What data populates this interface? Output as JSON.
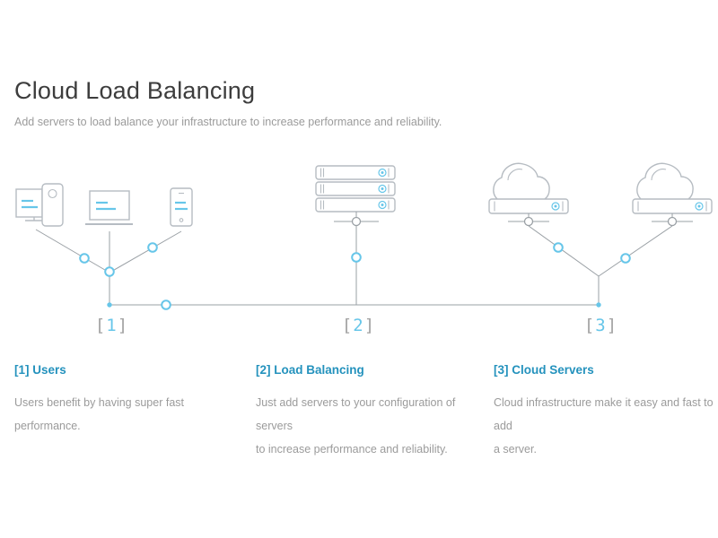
{
  "page": {
    "title": "Cloud Load Balancing",
    "subtitle": "Add servers to load balance your infrastructure to increase performance and reliability."
  },
  "diagram": {
    "markers": [
      {
        "open": "[",
        "digit": "1",
        "close": "]"
      },
      {
        "open": "[",
        "digit": "2",
        "close": "]"
      },
      {
        "open": "[",
        "digit": "3",
        "close": "]"
      }
    ],
    "icons": [
      {
        "name": "desktop-computer-icon"
      },
      {
        "name": "laptop-icon"
      },
      {
        "name": "smartphone-icon"
      },
      {
        "name": "server-stack-icon",
        "units": 3
      },
      {
        "name": "cloud-server-icon"
      },
      {
        "name": "cloud-server-icon"
      }
    ]
  },
  "sections": [
    {
      "heading": "[1] Users",
      "body": "Users benefit by having super fast performance."
    },
    {
      "heading": "[2] Load Balancing",
      "body": "Just add servers to your configuration of servers\nto increase performance and reliability."
    },
    {
      "heading": "[3] Cloud Servers",
      "body": "Cloud infrastructure make it easy and fast to add\na server."
    }
  ],
  "colors": {
    "accent_blue": "#67c6e9",
    "heading_blue": "#2492bd",
    "title_dark": "#3d3d3d",
    "body_gray": "#9b9b9b",
    "outline_gray": "#b6bcc2",
    "line_gray": "#9aa0a5",
    "bracket_gray": "#a2a2a2"
  }
}
